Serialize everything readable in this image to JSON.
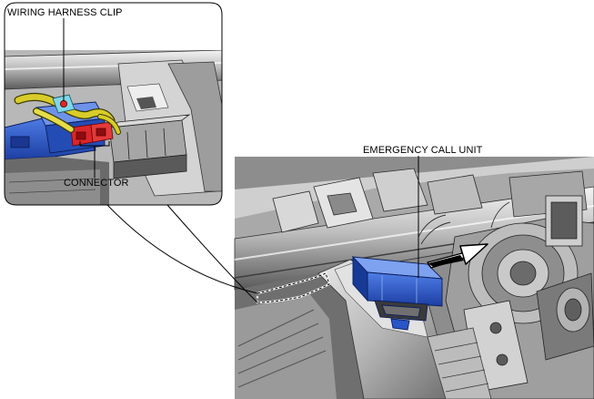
{
  "labels": {
    "wiring_harness_clip": "WIRING HARNESS CLIP",
    "connector": "CONNECTOR",
    "emergency_call_unit": "EMERGENCY CALL UNIT"
  },
  "colors": {
    "unit_blue": "#2a55c6",
    "connector_red": "#d9272b",
    "harness_yellow": "#d8cc2a",
    "clip_cyan": "#7fd7e8",
    "metal_gray": "#bcbcbc",
    "shadow_gray": "#4a4a4a",
    "background": "#ffffff"
  },
  "icons": {
    "direction_arrow": "arrow-left-icon"
  }
}
